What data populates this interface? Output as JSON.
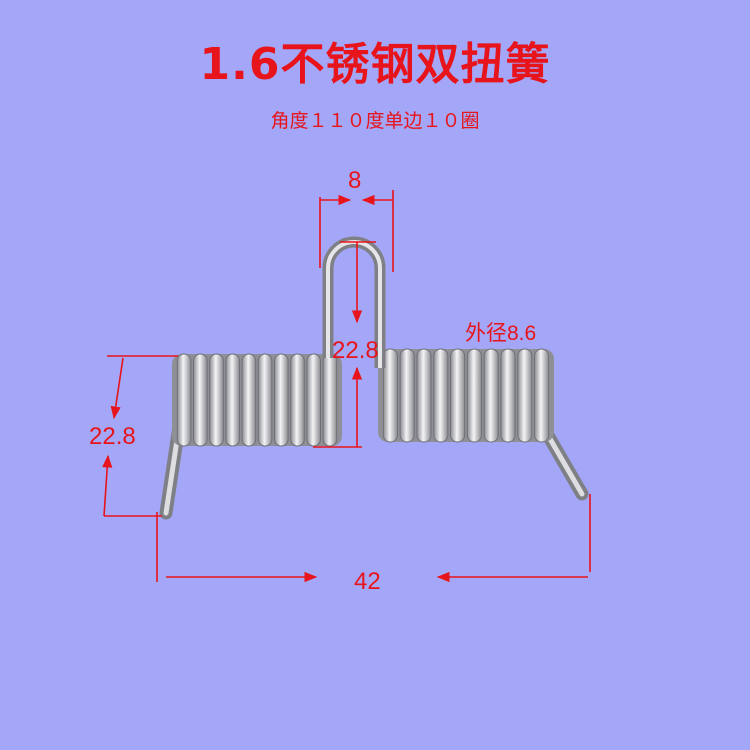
{
  "title": "1.6不锈钢双扭簧",
  "subtitle": "角度１１０度单边１０圈",
  "dimensions": {
    "gap_width": "8",
    "center_leg_length": "22.8",
    "side_leg_length": "22.8",
    "outer_diameter": "外径8.6",
    "total_span": "42"
  },
  "colors": {
    "background": "#a4a6f7",
    "annotation": "#e8141b",
    "wire": "#c9c9cc"
  }
}
